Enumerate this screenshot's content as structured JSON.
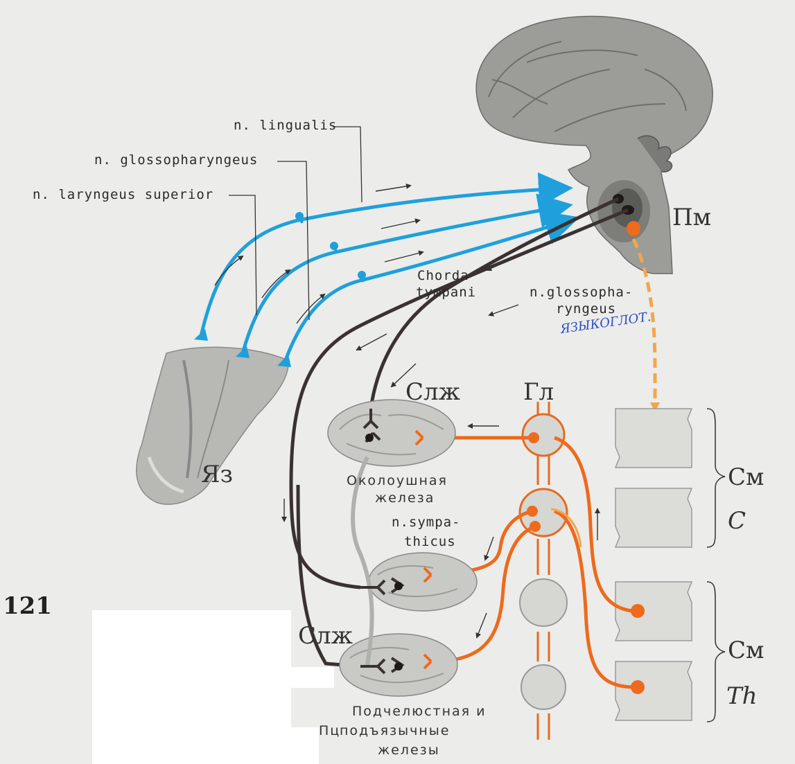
{
  "figure_number": "121",
  "nerves": {
    "lingualis": "n. lingualis",
    "glossopharyngeus": "n. glossopharyngeus",
    "laryngeus_superior": "n. laryngeus superior",
    "chorda_tympani": [
      "Chorda",
      "tympani"
    ],
    "glossopharyngeus_efferent": [
      "n.glossopha-",
      "ryngeus"
    ],
    "sympathicus": [
      "n.sympa-",
      "thicus"
    ]
  },
  "handwritten_note": "ЯЗЫКОГЛОТ.",
  "labels": {
    "medulla": "Пм",
    "tongue": "Яз",
    "salivary_gland_upper": "Слж",
    "salivary_gland_lower": "Слж",
    "ganglion": "Гл",
    "spinal_cervical": "См",
    "spinal_cervical_letter": "C",
    "spinal_thoracic": "См",
    "spinal_thoracic_letter": "Th",
    "pu": "Пц"
  },
  "glands": {
    "parotid": [
      "Околоушная",
      "железа"
    ],
    "submandibular": [
      "Подчелюстная и",
      "подъязычные",
      "железы"
    ]
  },
  "colors": {
    "afferent": "#1fa0dc",
    "efferent": "#3a3230",
    "sympathetic": "#ee6a1c",
    "sympathetic_light": "#f4a64a",
    "gland": "#c9c9c6",
    "brain": "#9c9c98"
  }
}
